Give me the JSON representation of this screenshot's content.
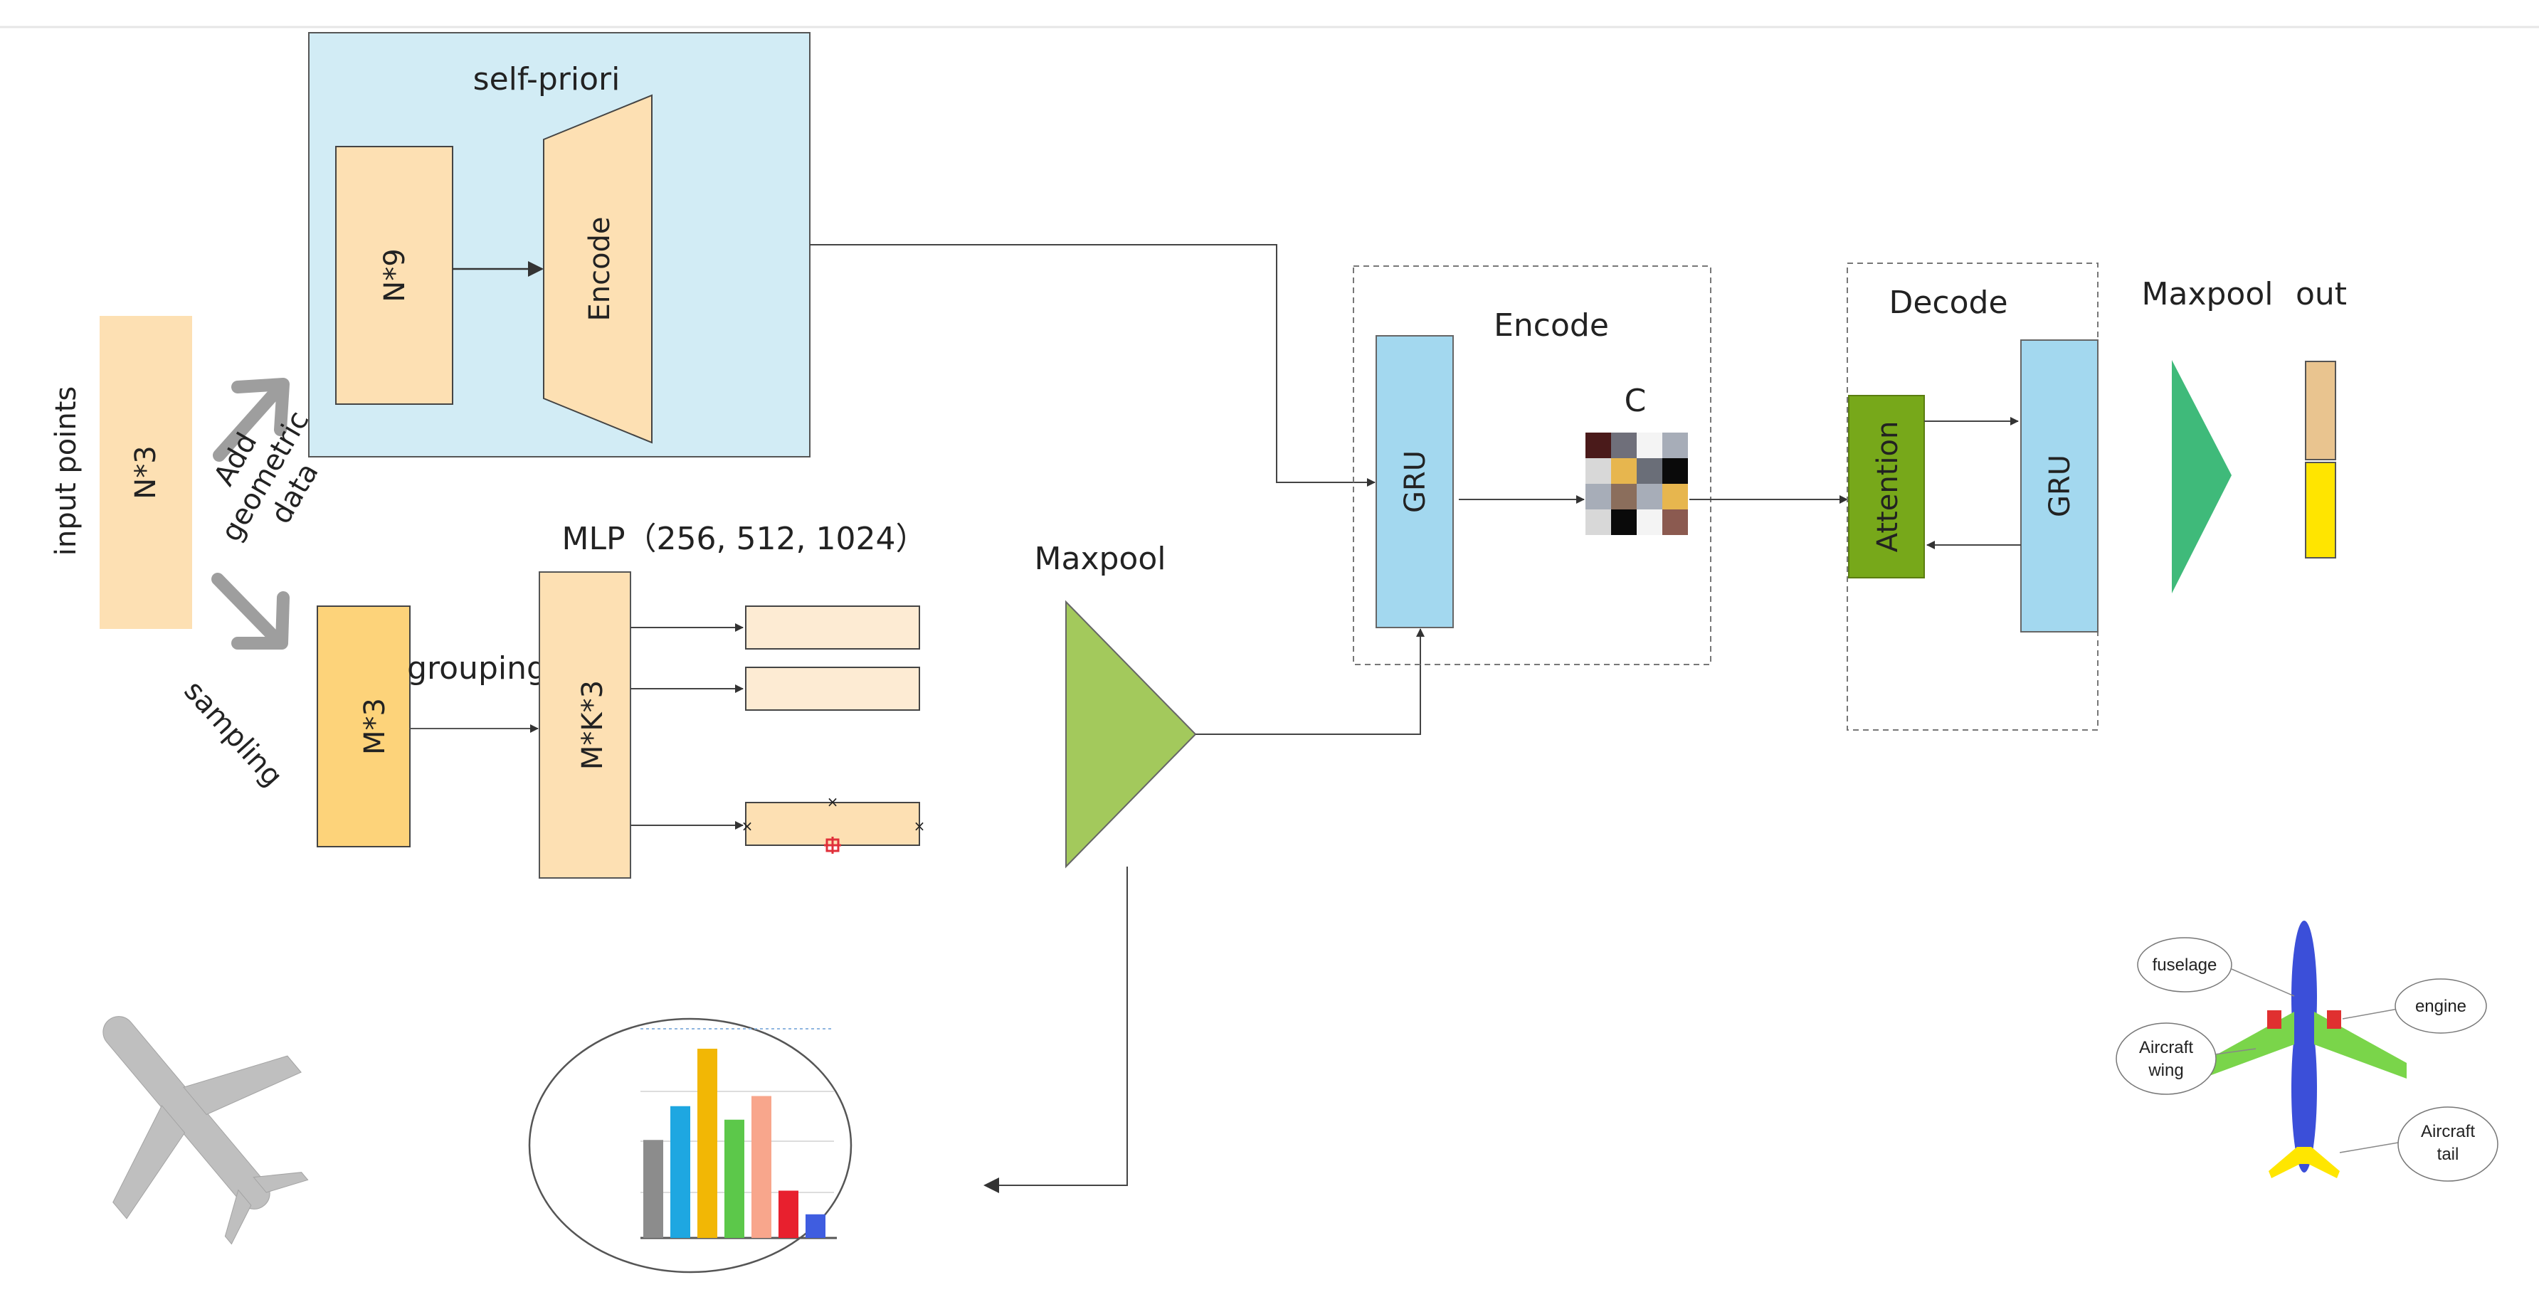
{
  "labels": {
    "self_priori": "self-priori",
    "n9": "N*9",
    "encode_block": "Encode",
    "input_points": "input points",
    "n3": "N*3",
    "add": "Add",
    "geometric": "geometric",
    "data": "data",
    "sampling": "sampling",
    "m3": "M*3",
    "grouping": "grouping",
    "mk3": "M*K*3",
    "mlp": "MLP（256,  512,  1024）",
    "maxpool_mid": "Maxpool",
    "encode_title": "Encode",
    "gru_encode": "GRU",
    "c": "C",
    "decode_title": "Decode",
    "attention": "Attention",
    "gru_decode": "GRU",
    "maxpool_right": "Maxpool",
    "out": "out"
  },
  "segmentation": {
    "fuselage": "fuselage",
    "engine": "engine",
    "wing_1": "Aircraft",
    "wing_2": "wing",
    "tail_1": "Aircraft",
    "tail_2": "tail"
  },
  "colors": {
    "peach": "#fde0b3",
    "peach_light": "#fdebd3",
    "orange": "#fdd37a",
    "blue_panel": "#d2ecf5",
    "gru_blue": "#a3d8ef",
    "attention_green": "#77a81a",
    "maxpool_green": "#a3c95c",
    "out_green": "#3fba7a",
    "out_top": "#e9c48f",
    "out_bottom": "#ffe500",
    "grey_arrow": "#9e9e9e"
  },
  "matrix_colors": [
    [
      "#4a1a1a",
      "#6f6f7a",
      "#f4f4f4",
      "#a7adb8"
    ],
    [
      "#d8d8d8",
      "#e7b64e",
      "#6a6e78",
      "#0a0a0a"
    ],
    [
      "#a7adb8",
      "#8b6e5c",
      "#a7adb8",
      "#e7b64e"
    ],
    [
      "#d8d8d8",
      "#0a0a0a",
      "#f4f4f4",
      "#8b5a50"
    ]
  ],
  "chart_inset": {
    "values": [
      58,
      78,
      112,
      70,
      84,
      28,
      14
    ],
    "colors": [
      "#8c8c8c",
      "#1ea7e1",
      "#f2b705",
      "#5cc84a",
      "#f8a68c",
      "#e8202e",
      "#3f5de0"
    ]
  }
}
